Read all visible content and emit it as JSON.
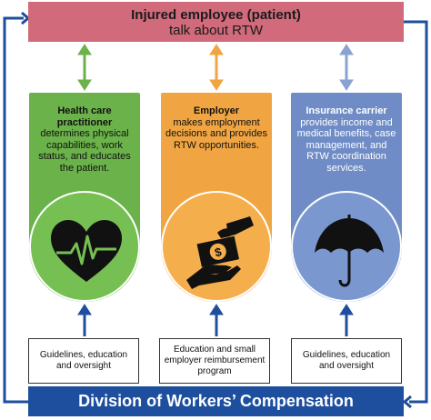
{
  "top_banner": {
    "line1": "Injured employee (patient)",
    "line2": "talk about RTW"
  },
  "roles": [
    {
      "title": "Health care practitioner",
      "text": "determines physical capabilities, work status, and educates the patient.",
      "icon": "heart-pulse-icon",
      "color": "#6bb24a"
    },
    {
      "title": "Employer",
      "text": "makes employment decisions and provides RTW opportunities.",
      "icon": "money-exchange-icon",
      "color": "#f0a542"
    },
    {
      "title": "Insurance carrier",
      "text": "provides income and medical benefits, case management, and RTW coordination services.",
      "icon": "umbrella-icon",
      "color": "#6f8cc6"
    }
  ],
  "notes": [
    "Guidelines, education and oversight",
    "Education and small employer reimbursement program",
    "Guidelines, education and oversight"
  ],
  "bottom_banner": {
    "label": "Division of Workers’ Compensation",
    "color": "#1d4f9e"
  },
  "colors": {
    "top_banner": "#d16a7a",
    "arrow_green": "#6bb24a",
    "arrow_orange": "#f0a542",
    "arrow_blue": "#8aa2d2",
    "arrow_navy": "#1d4f9e"
  }
}
